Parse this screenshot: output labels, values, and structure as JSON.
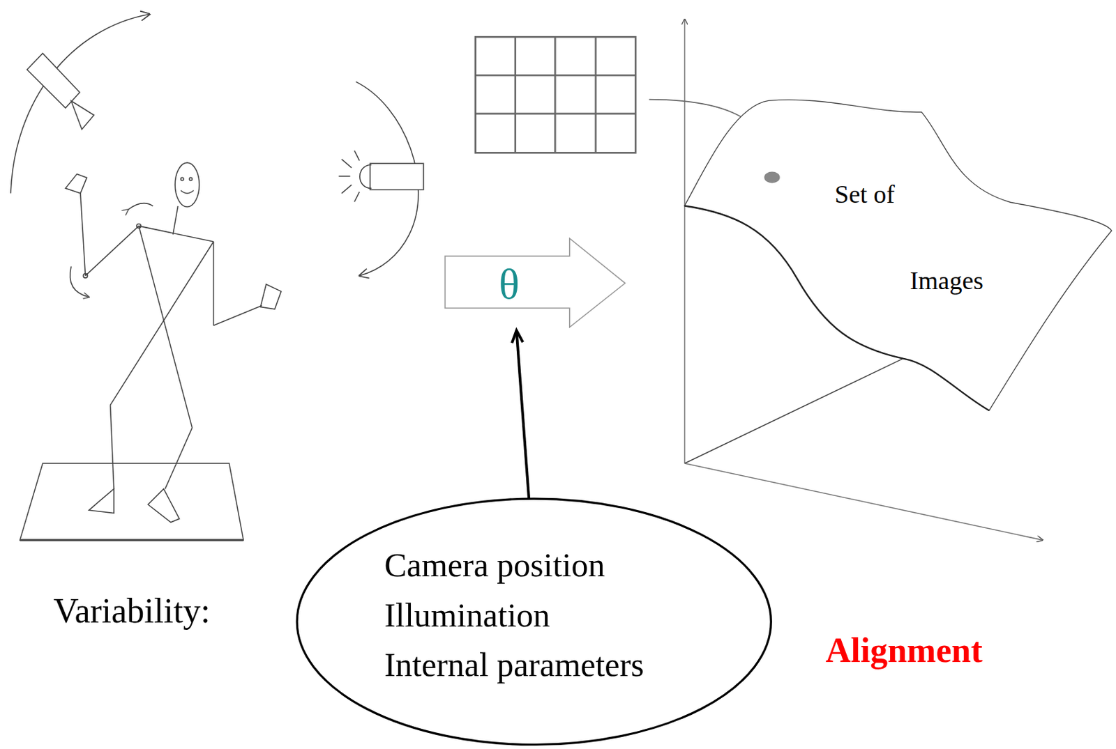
{
  "diagram": {
    "nodes": [
      {
        "text": [
          "θ"
        ]
      },
      {
        "text": [
          "Set of",
          "Images"
        ]
      },
      {
        "text": [
          "Camera position",
          "Illumination",
          "Internal parameters"
        ]
      }
    ],
    "edges": [
      {
        "from": 2,
        "to": 0,
        "arrow": "to"
      }
    ],
    "labels": [
      "Variability:",
      "Alignment"
    ]
  }
}
